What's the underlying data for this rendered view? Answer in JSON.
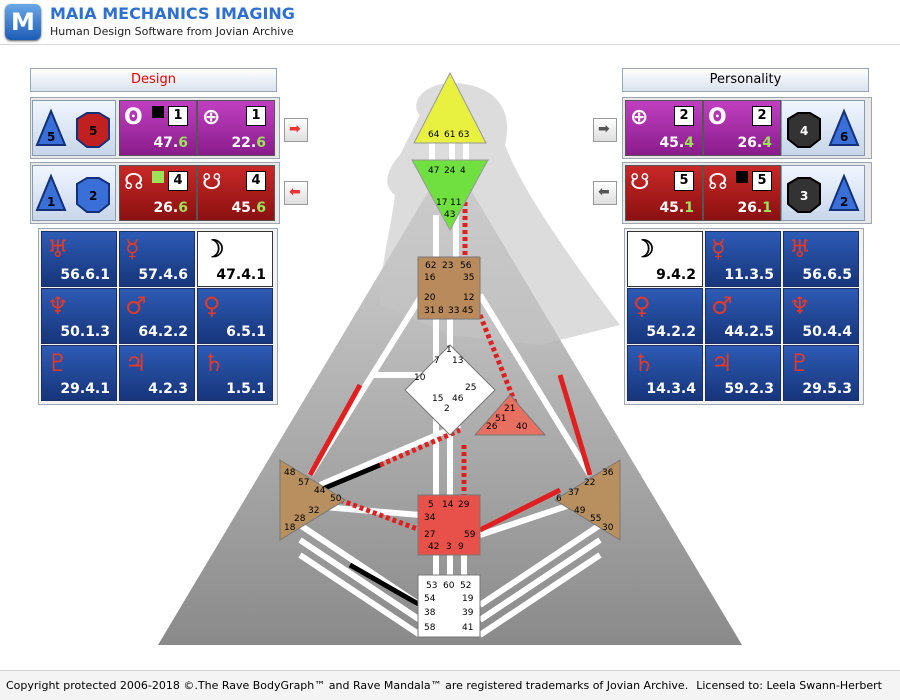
{
  "header": {
    "logo_letter": "M",
    "title": "MAIA MECHANICS IMAGING",
    "subtitle": "Human Design Software from Jovian Archive"
  },
  "design": {
    "label": "Design",
    "label_color": "#e00000",
    "row1": {
      "tri": "5",
      "oct": "5",
      "cells": [
        {
          "glyph": "ʘ",
          "hex": "1",
          "value": "47.",
          "line": "6",
          "style": "purple"
        },
        {
          "glyph": "⊕",
          "hex": "1",
          "value": "22.",
          "line": "6",
          "style": "purple"
        }
      ]
    },
    "row2": {
      "tri": "1",
      "oct": "2",
      "cells": [
        {
          "glyph": "☊",
          "hex": "4",
          "value": "26.",
          "line": "6",
          "style": "red"
        },
        {
          "glyph": "☋",
          "hex": "4",
          "value": "45.",
          "line": "6",
          "style": "red"
        }
      ]
    },
    "planets": [
      {
        "glyph": "♅",
        "value": "56.6.1"
      },
      {
        "glyph": "☿",
        "value": "57.4.6"
      },
      {
        "glyph": "☽",
        "value": "47.4.1",
        "white": true
      },
      {
        "glyph": "♆",
        "value": "50.1.3"
      },
      {
        "glyph": "♂",
        "value": "64.2.2"
      },
      {
        "glyph": "♀",
        "value": "6.5.1"
      },
      {
        "glyph": "♇",
        "value": "29.4.1"
      },
      {
        "glyph": "♃",
        "value": "4.2.3"
      },
      {
        "glyph": "♄",
        "value": "1.5.1"
      }
    ]
  },
  "personality": {
    "label": "Personality",
    "label_color": "#000000",
    "row1": {
      "tri": "6",
      "oct": "4",
      "cells": [
        {
          "glyph": "⊕",
          "hex": "2",
          "value": "45.",
          "line": "4",
          "style": "purple"
        },
        {
          "glyph": "ʘ",
          "hex": "2",
          "value": "26.",
          "line": "4",
          "style": "purple"
        }
      ]
    },
    "row2": {
      "tri": "2",
      "oct": "3",
      "cells": [
        {
          "glyph": "☋",
          "hex": "5",
          "value": "45.",
          "line": "1",
          "style": "red"
        },
        {
          "glyph": "☊",
          "hex": "5",
          "value": "26.",
          "line": "1",
          "style": "red"
        }
      ]
    },
    "planets": [
      {
        "glyph": "☽",
        "value": "9.4.2",
        "white": true
      },
      {
        "glyph": "☿",
        "value": "11.3.5"
      },
      {
        "glyph": "♅",
        "value": "56.6.5"
      },
      {
        "glyph": "♀",
        "value": "54.2.2"
      },
      {
        "glyph": "♂",
        "value": "44.2.5"
      },
      {
        "glyph": "♆",
        "value": "50.4.4"
      },
      {
        "glyph": "♄",
        "value": "14.3.4"
      },
      {
        "glyph": "♃",
        "value": "59.2.3"
      },
      {
        "glyph": "♇",
        "value": "29.5.3"
      }
    ]
  },
  "icons": {
    "design_next": "arrow-right-icon",
    "design_prev": "arrow-left-icon",
    "pers_next": "arrow-right-icon",
    "pers_prev": "arrow-left-icon"
  },
  "bodygraph": {
    "head_gates": [
      "64",
      "61",
      "63"
    ],
    "ajna_gates": [
      "47",
      "24",
      "4",
      "17",
      "11",
      "43"
    ],
    "throat_gates": [
      "62",
      "23",
      "56",
      "16",
      "35",
      "20",
      "12",
      "31",
      "8",
      "33",
      "45"
    ],
    "g_gates": [
      "1",
      "7",
      "13",
      "10",
      "25",
      "15",
      "46",
      "2"
    ],
    "heart_gates": [
      "21",
      "51",
      "26",
      "40"
    ],
    "spleen_gates": [
      "48",
      "57",
      "44",
      "50",
      "32",
      "28",
      "18"
    ],
    "sacral_gates": [
      "5",
      "14",
      "29",
      "34",
      "27",
      "59",
      "42",
      "3",
      "9"
    ],
    "solar_gates": [
      "36",
      "22",
      "37",
      "6",
      "49",
      "55",
      "30"
    ],
    "root_gates": [
      "53",
      "60",
      "52",
      "54",
      "19",
      "38",
      "39",
      "58",
      "41"
    ],
    "defined_color": "#e8e020"
  },
  "footer": {
    "copyright": "Copyright protected 2006-2018 ©.The Rave BodyGraph™ and Rave Mandala™ are registered trademarks of Jovian Archive.",
    "license": "Licensed to: Leela Swann-Herbert"
  }
}
